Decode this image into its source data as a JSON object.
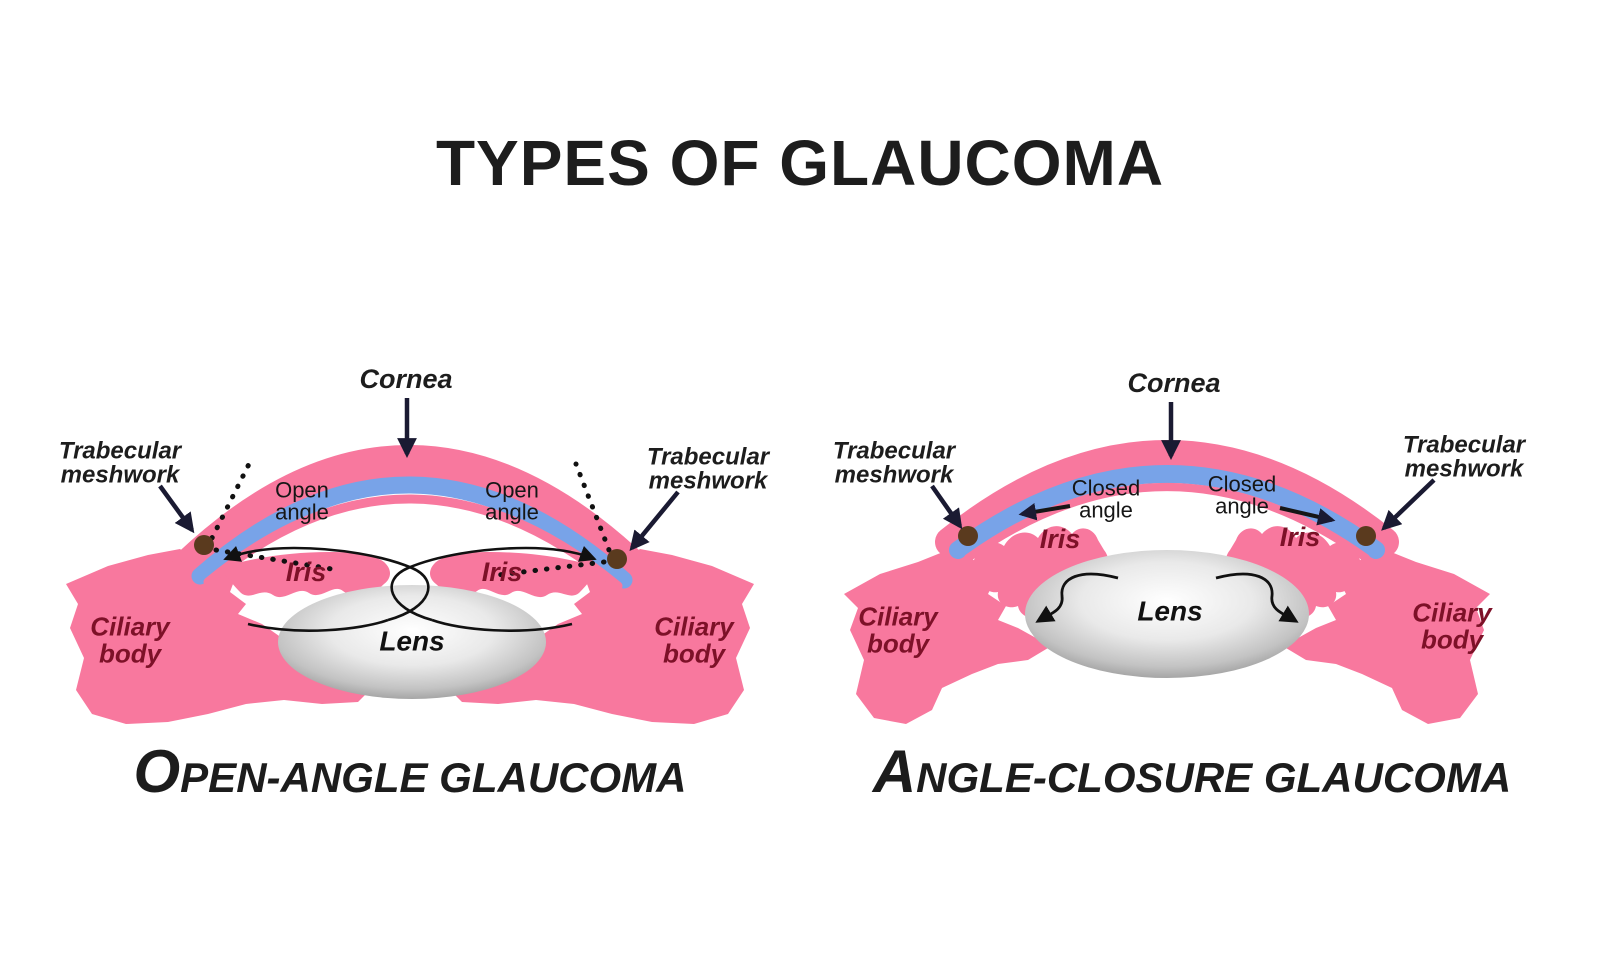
{
  "title": "TYPES OF GLAUCOMA",
  "diagrams": {
    "open": {
      "caption": "OPEN-ANGLE GLAUCOMA",
      "labels": {
        "cornea": "Cornea",
        "trabecular": "Trabecular meshwork",
        "angle": "Open angle",
        "iris": "Iris",
        "ciliary": "Ciliary body",
        "lens": "Lens"
      }
    },
    "closed": {
      "caption": "ANGLE-CLOSURE GLAUCOMA",
      "labels": {
        "cornea": "Cornea",
        "trabecular": "Trabecular meshwork",
        "angle": "Closed angle",
        "iris": "Iris",
        "ciliary": "Ciliary body",
        "lens": "Lens"
      }
    }
  },
  "colors": {
    "pink": "#F8789E",
    "blue": "#78A3E8",
    "brown": "#5A3A1E",
    "maroon": "#7D1128",
    "ink": "#1D1D1D",
    "arrow": "#1A1A32"
  }
}
